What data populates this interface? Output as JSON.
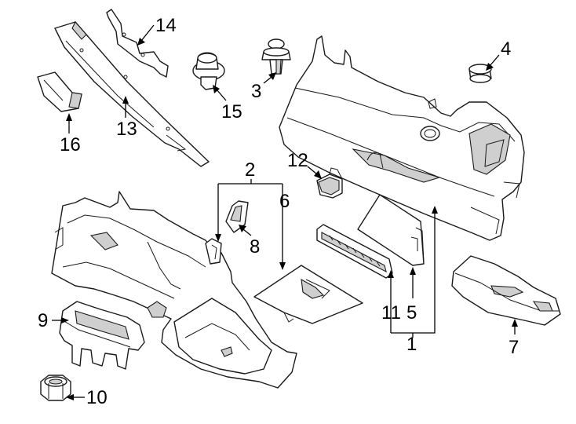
{
  "callouts": {
    "c1": "1",
    "c2": "2",
    "c3": "3",
    "c4": "4",
    "c5": "5",
    "c6": "6",
    "c7": "7",
    "c8": "8",
    "c9": "9",
    "c10": "10",
    "c11": "11",
    "c12": "12",
    "c13": "13",
    "c14": "14",
    "c15": "15",
    "c16": "16"
  },
  "colors": {
    "line": "#1a1a1a",
    "shade": "#cfcfcf",
    "background": "#ffffff"
  }
}
